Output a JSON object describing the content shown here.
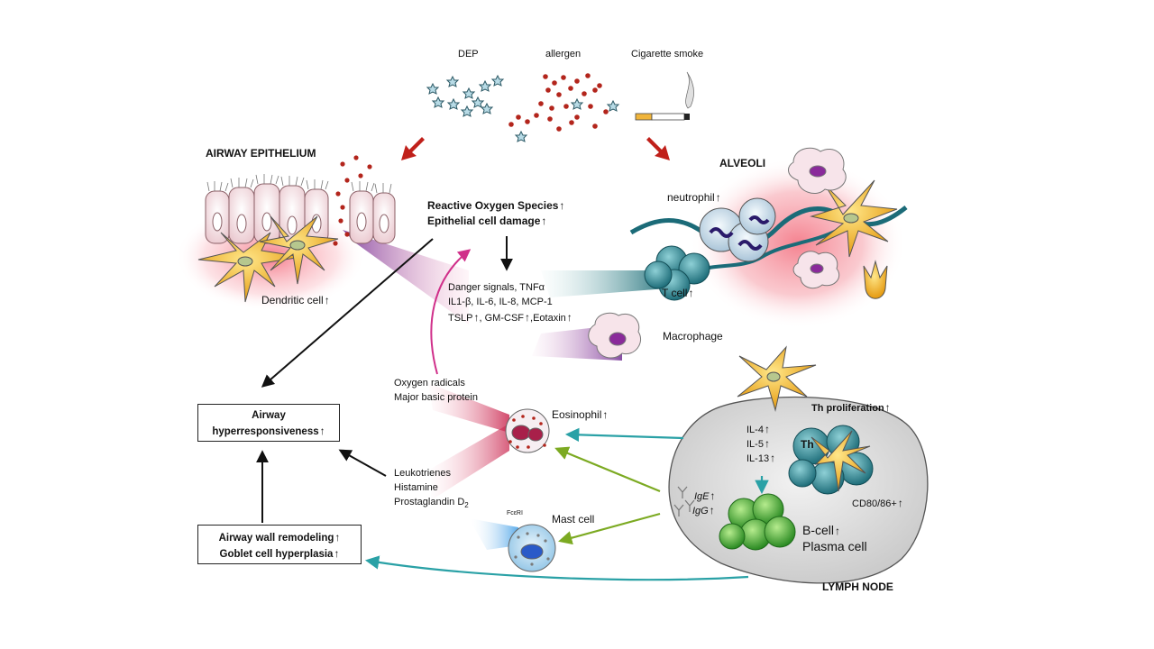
{
  "exposures": {
    "dep": "DEP",
    "allergen": "allergen",
    "smoke": "Cigarette smoke"
  },
  "regions": {
    "airway_epithelium": "AIRWAY EPITHELIUM",
    "alveoli": "ALVEOLI",
    "lymph_node": "LYMPH NODE"
  },
  "center": {
    "ros": "Reactive Oxygen Species",
    "damage": "Epithelial cell damage",
    "danger_line1": "Danger signals, TNFα",
    "danger_line2": "IL1-β, IL-6, IL-8, MCP-1",
    "danger_line3": "TSLP",
    "danger_line3b": ", GM-CSF",
    "danger_line3c": ",Eotaxin"
  },
  "cells": {
    "dendritic": "Dendritic cell",
    "neutrophil": "neutrophil",
    "t_cell": "T cell",
    "macrophage": "Macrophage",
    "eosinophil": "Eosinophil",
    "mast": "Mast cell",
    "fceri": "FcεRI",
    "th": "Th",
    "th_prolif": "Th proliferation",
    "b_cell": "B-cell",
    "plasma": "Plasma cell",
    "cd80": "CD80/86+",
    "ige": "IgE",
    "igg": "IgG"
  },
  "mediators": {
    "oxygen": "Oxygen radicals",
    "mbp": "Major basic protein",
    "leuko": "Leukotrienes",
    "histamine": "Histamine",
    "pgd": "Prostaglandin D",
    "pgd_sub": "2",
    "il4": "IL-4",
    "il5": "IL-5",
    "il13": "IL-13"
  },
  "outcomes": {
    "ahr_line1": "Airway",
    "ahr_line2": "hyperresponsiveness",
    "remodel_line1": "Airway wall remodeling",
    "remodel_line2": "Goblet cell hyperplasia"
  },
  "colors": {
    "red_arrow": "#c0201a",
    "teal_arrow": "#2aa1a6",
    "green_arrow": "#7caa22",
    "magenta_arrow": "#d0308a",
    "pink_glow": "#f5a0a8",
    "purple_glow": "#8a3fa0",
    "teal_cell": "#2b8a96",
    "green_cell": "#3da833",
    "yellow_cell": "#f2c21e"
  }
}
